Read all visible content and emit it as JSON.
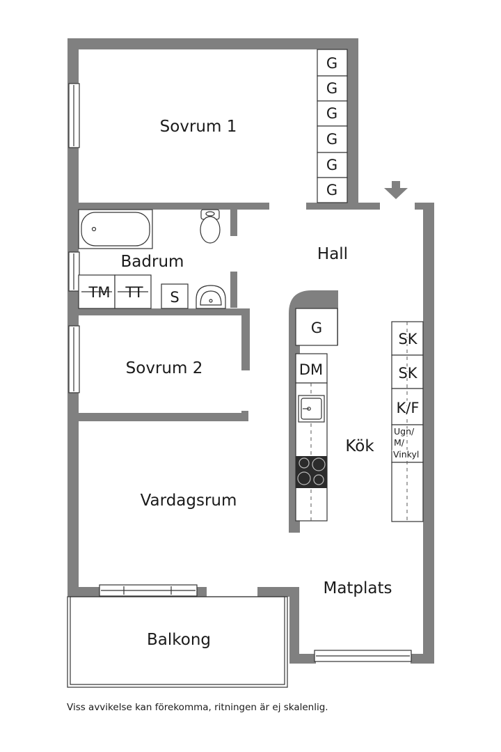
{
  "rooms": {
    "sovrum1": "Sovrum 1",
    "badrum": "Badrum",
    "hall": "Hall",
    "sovrum2": "Sovrum 2",
    "kok": "Kök",
    "vardagsrum": "Vardagsrum",
    "matplats": "Matplats",
    "balkong": "Balkong"
  },
  "fixtures": {
    "wardrobe": [
      "G",
      "G",
      "G",
      "G",
      "G",
      "G"
    ],
    "kitchen_wardrobe": "G",
    "washing_machine": "TM",
    "tumble_dryer": "TT",
    "cabinet_s": "S",
    "dishwasher": "DM",
    "kitchen_cabinets": [
      "SK",
      "SK",
      "K/F"
    ],
    "oven_micro_wine": [
      "Ugn/",
      "M/",
      "Vinkyl"
    ]
  },
  "disclaimer": "Viss avvikelse kan förekomma, ritningen är ej skalenlig.",
  "colors": {
    "wall": "#808080",
    "line": "#333333",
    "background": "#ffffff"
  }
}
